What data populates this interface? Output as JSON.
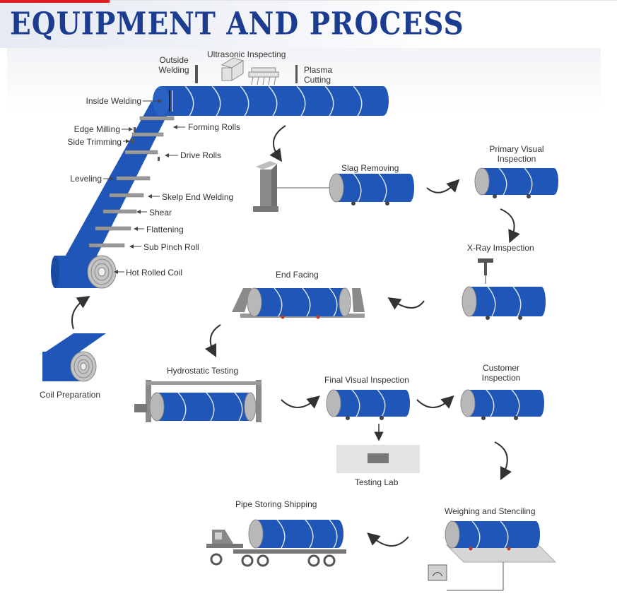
{
  "title": "EQUIPMENT AND PROCESS",
  "labels": {
    "outside_welding": "Outside\nWelding",
    "ultrasonic_inspecting": "Ultrasonic Inspecting",
    "plasma_cutting": "Plasma\nCutting",
    "inside_welding": "Inside Welding",
    "edge_milling": "Edge Milling",
    "side_trimming": "Side Trimming",
    "forming_rolls": "Forming Rolls",
    "drive_rolls": "Drive Rolls",
    "leveling": "Leveling",
    "skelp_end_welding": "Skelp End Welding",
    "shear": "Shear",
    "flattening": "Flattening",
    "sub_pinch_roll": "Sub Pinch Roll",
    "hot_rolled_coil": "Hot Rolled Coil",
    "coil_preparation": "Coil  Preparation",
    "slag_removing": "Slag Removing",
    "primary_visual_inspection": "Primary Visual\nInspection",
    "xray_inspection": "X-Ray Imspection",
    "end_facing": "End Facing",
    "hydrostatic_testing": "Hydrostatic Testing",
    "final_visual_inspection": "Final Visual Inspection",
    "customer_inspection": "Customer\nInspection",
    "testing_lab": "Testing Lab",
    "weighing_and_stenciling": "Weighing and Stenciling",
    "pipe_storing_shipping": "Pipe Storing Shipping"
  },
  "colors": {
    "title": "#1c3d8f",
    "pipe_blue": "#1f56b8",
    "pipe_cap": "#b8b8b8",
    "machine_gray": "#8a8a8a",
    "arrow": "#333333",
    "brand_red": "#e01b22"
  }
}
